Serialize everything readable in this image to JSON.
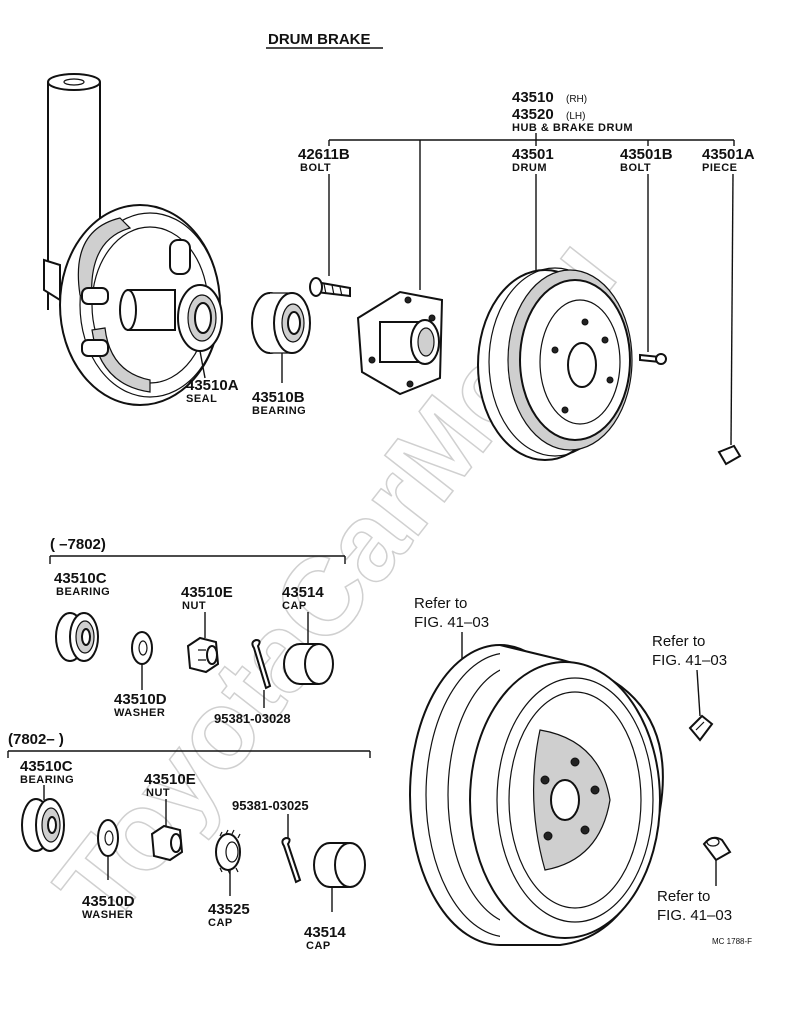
{
  "title": "DRUM BRAKE",
  "watermark": "ToyotaCarMe.ru",
  "figure_code": "MC 1788-F",
  "hub_brake_drum": {
    "pn_rh": "43510",
    "rh": "(RH)",
    "pn_lh": "43520",
    "lh": "(LH)",
    "label": "HUB & BRAKE DRUM"
  },
  "top_parts": [
    {
      "pn": "42611B",
      "label": "BOLT"
    },
    {
      "pn": "43501",
      "label": "DRUM"
    },
    {
      "pn": "43501B",
      "label": "BOLT"
    },
    {
      "pn": "43501A",
      "label": "PIECE"
    },
    {
      "pn": "43510A",
      "label": "SEAL"
    },
    {
      "pn": "43510B",
      "label": "BEARING"
    }
  ],
  "group1": {
    "range": "(      –7802)",
    "parts": [
      {
        "pn": "43510C",
        "label": "BEARING"
      },
      {
        "pn": "43510E",
        "label": "NUT"
      },
      {
        "pn": "43514",
        "label": "CAP"
      },
      {
        "pn": "43510D",
        "label": "WASHER"
      },
      {
        "pn": "95381-03028",
        "label": ""
      }
    ]
  },
  "group2": {
    "range": "(7802–        )",
    "parts": [
      {
        "pn": "43510C",
        "label": "BEARING"
      },
      {
        "pn": "43510E",
        "label": "NUT"
      },
      {
        "pn": "95381-03025",
        "label": ""
      },
      {
        "pn": "43510D",
        "label": "WASHER"
      },
      {
        "pn": "43525",
        "label": "CAP"
      },
      {
        "pn": "43514",
        "label": "CAP"
      }
    ]
  },
  "refs": [
    {
      "line1": "Refer to",
      "line2": "FIG. 41–03"
    },
    {
      "line1": "Refer to",
      "line2": "FIG. 41–03"
    },
    {
      "line1": "Refer to",
      "line2": "FIG. 41–03"
    }
  ]
}
